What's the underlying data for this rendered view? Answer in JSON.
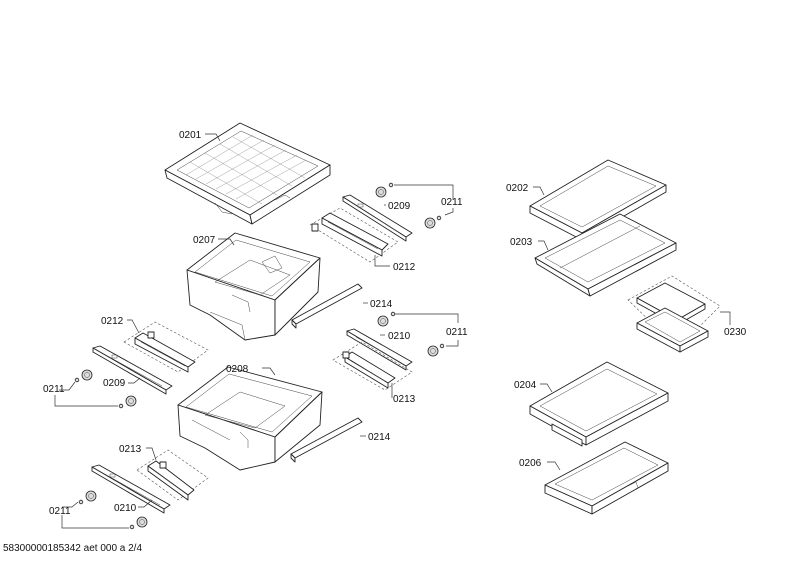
{
  "labels": {
    "p0201": "0201",
    "p0202": "0202",
    "p0203": "0203",
    "p0204": "0204",
    "p0206": "0206",
    "p0207": "0207",
    "p0208": "0208",
    "p0209a": "0209",
    "p0209b": "0209",
    "p0210a": "0210",
    "p0210b": "0210",
    "p0211a": "0211",
    "p0211b": "0211",
    "p0211c": "0211",
    "p0211d": "0211",
    "p0212a": "0212",
    "p0212b": "0212",
    "p0213a": "0213",
    "p0213b": "0213",
    "p0214a": "0214",
    "p0214b": "0214",
    "p0230": "0230"
  },
  "footer": "58300000185342 aet 000 a 2/4"
}
